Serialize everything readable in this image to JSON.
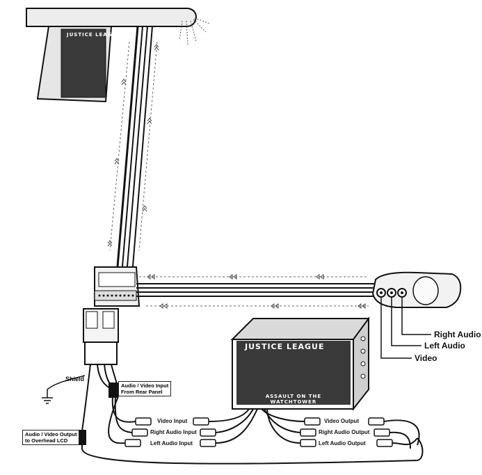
{
  "labels": {
    "right_audio": "Right Audio",
    "left_audio": "Left Audio",
    "video": "Video",
    "shield": "Shield",
    "av_input_line1": "Audio / Video Input",
    "av_input_line2": "From Rear Panel",
    "av_output_line1": "Audio / Video Output",
    "av_output_line2": "to Overhead LCD",
    "video_input": "Video Input",
    "right_audio_input": "Right Audio Input",
    "left_audio_input": "Left Audio Input",
    "video_output": "Video Output",
    "right_audio_output": "Right Audio Output",
    "left_audio_output": "Left Audio Output"
  },
  "screens": {
    "player_title": "JUSTICE LEAGUE",
    "player_subtitle": "ASSAULT ON THE WATCHTOWER",
    "overhead_title": "JUSTICE LEAGUE"
  },
  "colors": {
    "line": "#111111",
    "screen_dark": "#2a2a2a"
  }
}
